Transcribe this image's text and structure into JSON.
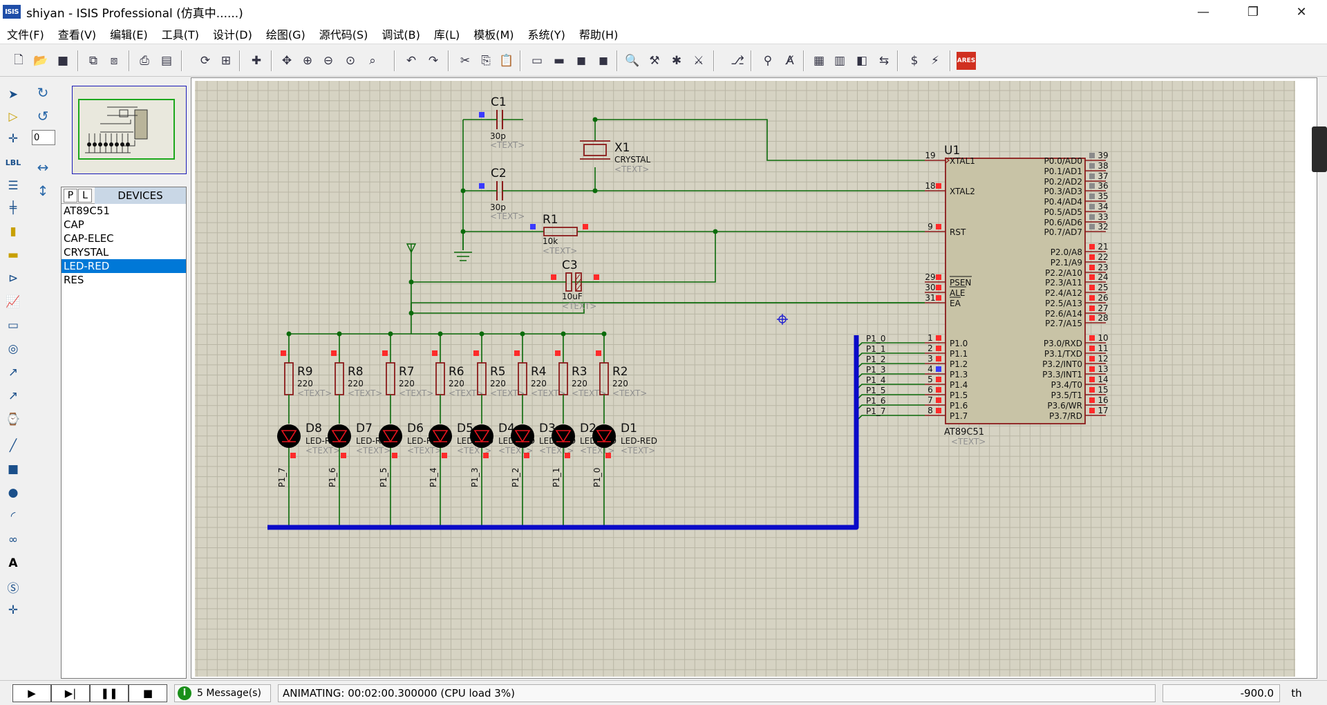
{
  "window": {
    "app_icon_text": "ISIS",
    "title": "shiyan - ISIS Professional (仿真中......)",
    "controls": {
      "minimize": "—",
      "maximize": "❐",
      "close": "✕"
    }
  },
  "menu": [
    "文件(F)",
    "查看(V)",
    "编辑(E)",
    "工具(T)",
    "设计(D)",
    "绘图(G)",
    "源代码(S)",
    "调试(B)",
    "库(L)",
    "模板(M)",
    "系统(Y)",
    "帮助(H)"
  ],
  "toolbar": {
    "icons": [
      "new-file-icon",
      "open-folder-icon",
      "save-icon",
      "import-icon",
      "export-icon",
      "print-icon",
      "page-setup-icon",
      "refresh-icon",
      "grid-icon",
      "origin-icon",
      "pan-icon",
      "zoom-in-icon",
      "zoom-out-icon",
      "zoom-all-icon",
      "zoom-area-icon",
      "undo-icon",
      "redo-icon",
      "cut-icon",
      "copy-icon",
      "paste-icon",
      "block-copy-icon",
      "block-move-icon",
      "block-rotate-icon",
      "block-delete-icon",
      "pick-device-icon",
      "make-device-icon",
      "packaging-icon",
      "decompose-icon",
      "wire-autorouter-icon",
      "search-icon",
      "property-tool-icon",
      "netlist-icon",
      "bom-icon",
      "erc-icon",
      "netlist-ares-icon",
      "simulate-graph-icon",
      "ares-icon"
    ],
    "ares_label": "ARES"
  },
  "left_tools": [
    "selection-mode-icon",
    "component-mode-icon",
    "junction-dot-icon",
    "wire-label-icon",
    "text-script-icon",
    "bus-icon",
    "subcircuit-icon",
    "terminals-icon",
    "device-pins-icon",
    "graph-mode-icon",
    "tape-recorder-icon",
    "generator-icon",
    "voltage-probe-icon",
    "current-probe-icon",
    "virtual-instrument-icon",
    "line-icon",
    "box-icon",
    "circle-icon",
    "arc-icon",
    "path-icon",
    "text-icon",
    "symbol-icon",
    "marker-icon"
  ],
  "rotation": {
    "angle_value": "0"
  },
  "devices": {
    "p_label": "P",
    "l_label": "L",
    "title": "DEVICES",
    "items": [
      "AT89C51",
      "CAP",
      "CAP-ELEC",
      "CRYSTAL",
      "LED-RED",
      "RES"
    ],
    "selected": "LED-RED"
  },
  "schematic": {
    "u1": {
      "ref": "U1",
      "part": "AT89C51",
      "text": "<TEXT>",
      "left_pins": [
        {
          "num": "19",
          "name": "XTAL1"
        },
        {
          "num": "18",
          "name": "XTAL2"
        },
        {
          "num": "9",
          "name": "RST"
        },
        {
          "num": "29",
          "name": "PSEN"
        },
        {
          "num": "30",
          "name": "ALE"
        },
        {
          "num": "31",
          "name": "EA"
        },
        {
          "num": "1",
          "name": "P1.0"
        },
        {
          "num": "2",
          "name": "P1.1"
        },
        {
          "num": "3",
          "name": "P1.2"
        },
        {
          "num": "4",
          "name": "P1.3"
        },
        {
          "num": "5",
          "name": "P1.4"
        },
        {
          "num": "6",
          "name": "P1.5"
        },
        {
          "num": "7",
          "name": "P1.6"
        },
        {
          "num": "8",
          "name": "P1.7"
        }
      ],
      "right_pins": [
        {
          "num": "39",
          "name": "P0.0/AD0"
        },
        {
          "num": "38",
          "name": "P0.1/AD1"
        },
        {
          "num": "37",
          "name": "P0.2/AD2"
        },
        {
          "num": "36",
          "name": "P0.3/AD3"
        },
        {
          "num": "35",
          "name": "P0.4/AD4"
        },
        {
          "num": "34",
          "name": "P0.5/AD5"
        },
        {
          "num": "33",
          "name": "P0.6/AD6"
        },
        {
          "num": "32",
          "name": "P0.7/AD7"
        },
        {
          "num": "21",
          "name": "P2.0/A8"
        },
        {
          "num": "22",
          "name": "P2.1/A9"
        },
        {
          "num": "23",
          "name": "P2.2/A10"
        },
        {
          "num": "24",
          "name": "P2.3/A11"
        },
        {
          "num": "25",
          "name": "P2.4/A12"
        },
        {
          "num": "26",
          "name": "P2.5/A13"
        },
        {
          "num": "27",
          "name": "P2.6/A14"
        },
        {
          "num": "28",
          "name": "P2.7/A15"
        },
        {
          "num": "10",
          "name": "P3.0/RXD"
        },
        {
          "num": "11",
          "name": "P3.1/TXD"
        },
        {
          "num": "12",
          "name": "P3.2/INT0"
        },
        {
          "num": "13",
          "name": "P3.3/INT1"
        },
        {
          "num": "14",
          "name": "P3.4/T0"
        },
        {
          "num": "15",
          "name": "P3.5/T1"
        },
        {
          "num": "16",
          "name": "P3.6/WR"
        },
        {
          "num": "17",
          "name": "P3.7/RD"
        }
      ]
    },
    "p1_labels": [
      "P1_0",
      "P1_1",
      "P1_2",
      "P1_3",
      "P1_4",
      "P1_5",
      "P1_6",
      "P1_7"
    ],
    "c1": {
      "ref": "C1",
      "value": "30p",
      "text": "<TEXT>"
    },
    "c2": {
      "ref": "C2",
      "value": "30p",
      "text": "<TEXT>"
    },
    "c3": {
      "ref": "C3",
      "value": "10uF",
      "text": "<TEXT>"
    },
    "x1": {
      "ref": "X1",
      "value": "CRYSTAL",
      "text": "<TEXT>"
    },
    "r1": {
      "ref": "R1",
      "value": "10k",
      "text": "<TEXT>"
    },
    "resistors": [
      {
        "ref": "R9",
        "value": "220",
        "text": "<TEXT>"
      },
      {
        "ref": "R8",
        "value": "220",
        "text": "<TEXT>"
      },
      {
        "ref": "R7",
        "value": "220",
        "text": "<TEXT>"
      },
      {
        "ref": "R6",
        "value": "220",
        "text": "<TEXT>"
      },
      {
        "ref": "R5",
        "value": "220",
        "text": "<TEXT>"
      },
      {
        "ref": "R4",
        "value": "220",
        "text": "<TEXT>"
      },
      {
        "ref": "R3",
        "value": "220",
        "text": "<TEXT>"
      },
      {
        "ref": "R2",
        "value": "220",
        "text": "<TEXT>"
      }
    ],
    "leds": [
      {
        "ref": "D8",
        "value": "LED-RED",
        "text": "<TEXT>",
        "net": "P1_7"
      },
      {
        "ref": "D7",
        "value": "LED-RED",
        "text": "<TEXT>",
        "net": "P1_6"
      },
      {
        "ref": "D6",
        "value": "LED-RED",
        "text": "<TEXT>",
        "net": "P1_5"
      },
      {
        "ref": "D5",
        "value": "LED-RED",
        "text": "<TEXT>",
        "net": "P1_4"
      },
      {
        "ref": "D4",
        "value": "LED-RED",
        "text": "<TEXT>",
        "net": "P1_3"
      },
      {
        "ref": "D3",
        "value": "LED-RED",
        "text": "<TEXT>",
        "net": "P1_2"
      },
      {
        "ref": "D2",
        "value": "LED-RED",
        "text": "<TEXT>",
        "net": "P1_1"
      },
      {
        "ref": "D1",
        "value": "LED-RED",
        "text": "<TEXT>",
        "net": "P1_0"
      }
    ],
    "colors": {
      "sheet": "#d6d3c3",
      "grid": "#b9b6a5",
      "wire": "#0b6b0b",
      "component": "#8b1a1a",
      "chip_fill": "#c8c3a6",
      "bus": "#0a0ac8",
      "pin_high": "#ff2a2a",
      "pin_float": "#8a8a8a",
      "pin_low": "#3a3aff",
      "led_on": "#e8141e",
      "led_body": "#000000",
      "text": "#111111",
      "text_hidden": "#8f8f8f"
    }
  },
  "status": {
    "play": "▶",
    "step": "▶|",
    "pause": "❚❚",
    "stop": "■",
    "messages_icon": "i",
    "messages": "5 Message(s)",
    "animating": "ANIMATING: 00:02:00.300000 (CPU load 3%)",
    "coord": "-900.0",
    "unit": "th"
  }
}
